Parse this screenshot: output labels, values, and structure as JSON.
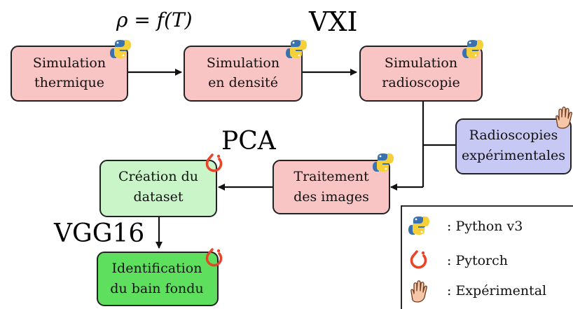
{
  "annotations": {
    "rho": "ρ = f(T)",
    "vxi": "VXI",
    "pca": "PCA",
    "vgg": "VGG16"
  },
  "nodes": {
    "sim_thermique": [
      "Simulation",
      "thermique"
    ],
    "sim_densite": [
      "Simulation",
      "en densité"
    ],
    "sim_radio": [
      "Simulation",
      "radioscopie"
    ],
    "radio_exp": [
      "Radioscopies",
      "expérimentales"
    ],
    "traitement": [
      "Traitement",
      "des images"
    ],
    "creation": [
      "Création du",
      "dataset"
    ],
    "identification": [
      "Identification",
      "du bain fondu"
    ]
  },
  "legend": {
    "python": ": Python v3",
    "pytorch": ": Pytorch",
    "experimental": ": Expérimental"
  },
  "colors": {
    "simulation_fill": "#f8c4c4",
    "experimental_fill": "#c8c8f5",
    "dataset_fill": "#c9f5c9",
    "identification_fill": "#5ee05e",
    "border": "#222222",
    "python_blue": "#3a72b0",
    "python_yellow": "#f5d03a",
    "pytorch_red": "#e8442a",
    "hand_skin": "#f6c6a8"
  }
}
